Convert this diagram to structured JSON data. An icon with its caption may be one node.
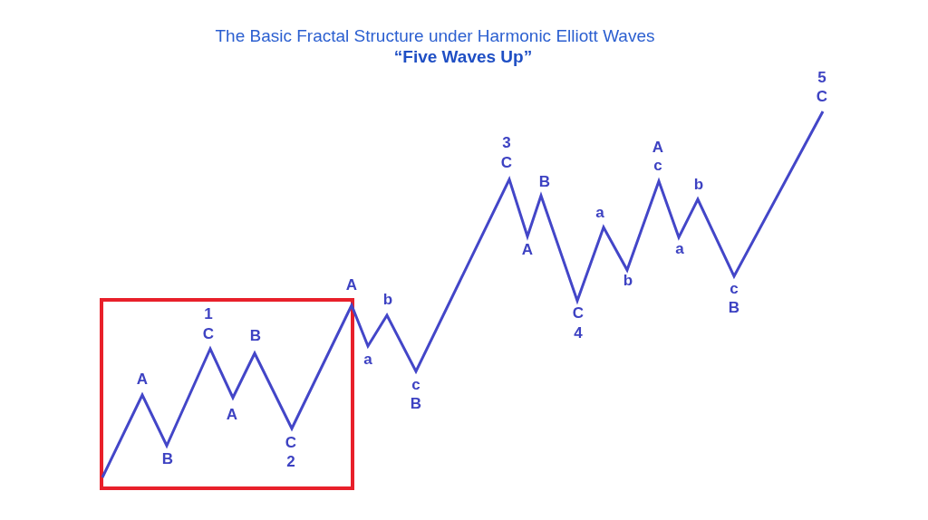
{
  "diagram": {
    "title": "The Basic Fractal Structure under Harmonic Elliott Waves",
    "labels": [
      "“Five Waves Up”",
      "A",
      "B",
      "1",
      "C",
      "A",
      "B",
      "C",
      "2",
      "A",
      "a",
      "b",
      "c",
      "B",
      "3",
      "C",
      "A",
      "B",
      "C",
      "4",
      "a",
      "b",
      "A",
      "c",
      "a",
      "b",
      "c",
      "B",
      "5",
      "C"
    ]
  }
}
